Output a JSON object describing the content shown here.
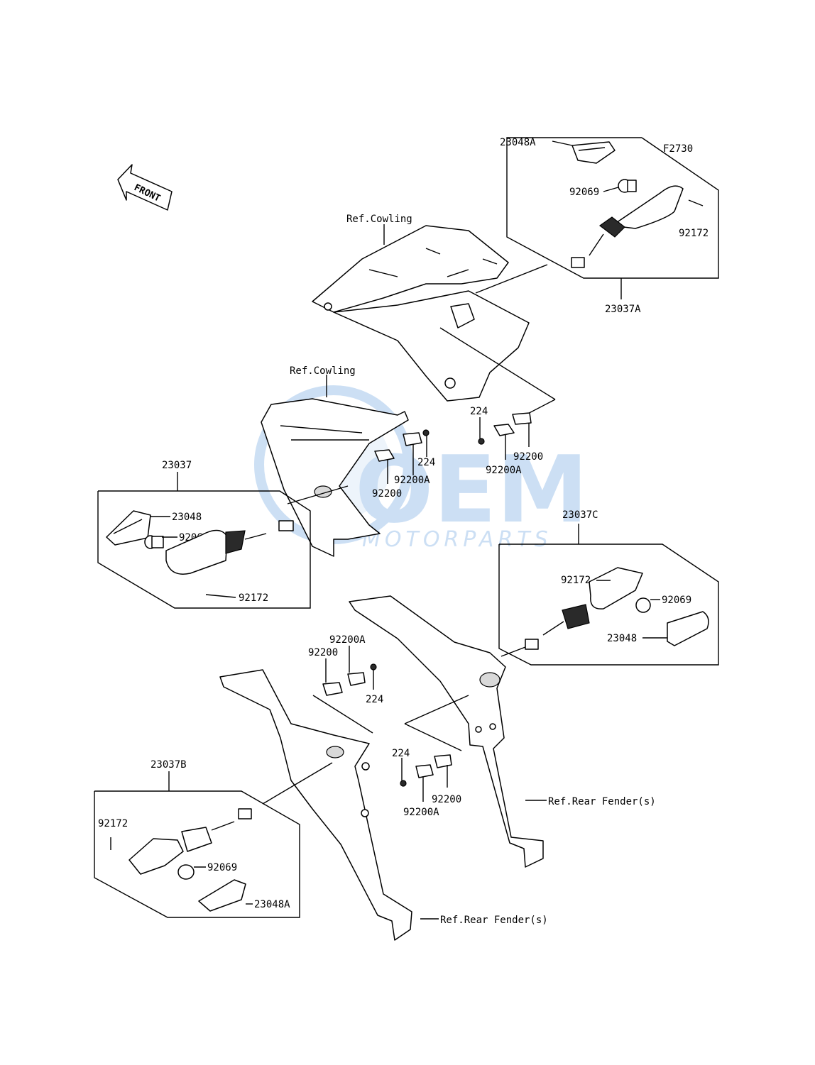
{
  "figure_code": "F2730",
  "front_label": "FRONT",
  "watermark": {
    "brand": "OEM",
    "sub": "MOTORPARTS",
    "color": "#4a90d9"
  },
  "labels": {
    "p23048A_top": "23048A",
    "p92069_top": "92069",
    "p92172_top": "92172",
    "p23037A": "23037A",
    "ref_cowling_1": "Ref.Cowling",
    "ref_cowling_2": "Ref.Cowling",
    "p224_mid": "224",
    "p92200_mid": "92200",
    "p92200A_mid": "92200A",
    "p224_left": "224",
    "p92200A_left": "92200A",
    "p92200_left": "92200",
    "p23037": "23037",
    "p23048": "23048",
    "p92069_left": "92069",
    "p92172_left": "92172",
    "p23037C": "23037C",
    "p92172_right": "92172",
    "p92069_right": "92069",
    "p23048_right": "23048",
    "p92200A_low": "92200A",
    "p92200_low": "92200",
    "p224_low": "224",
    "p224_bot": "224",
    "p92200_bot": "92200",
    "p92200A_bot": "92200A",
    "ref_rear_fender_1": "Ref.Rear Fender(s)",
    "p23037B": "23037B",
    "p92172_bl": "92172",
    "p92069_bl": "92069",
    "p23048A_bl": "23048A",
    "ref_rear_fender_2": "Ref.Rear Fender(s)"
  }
}
